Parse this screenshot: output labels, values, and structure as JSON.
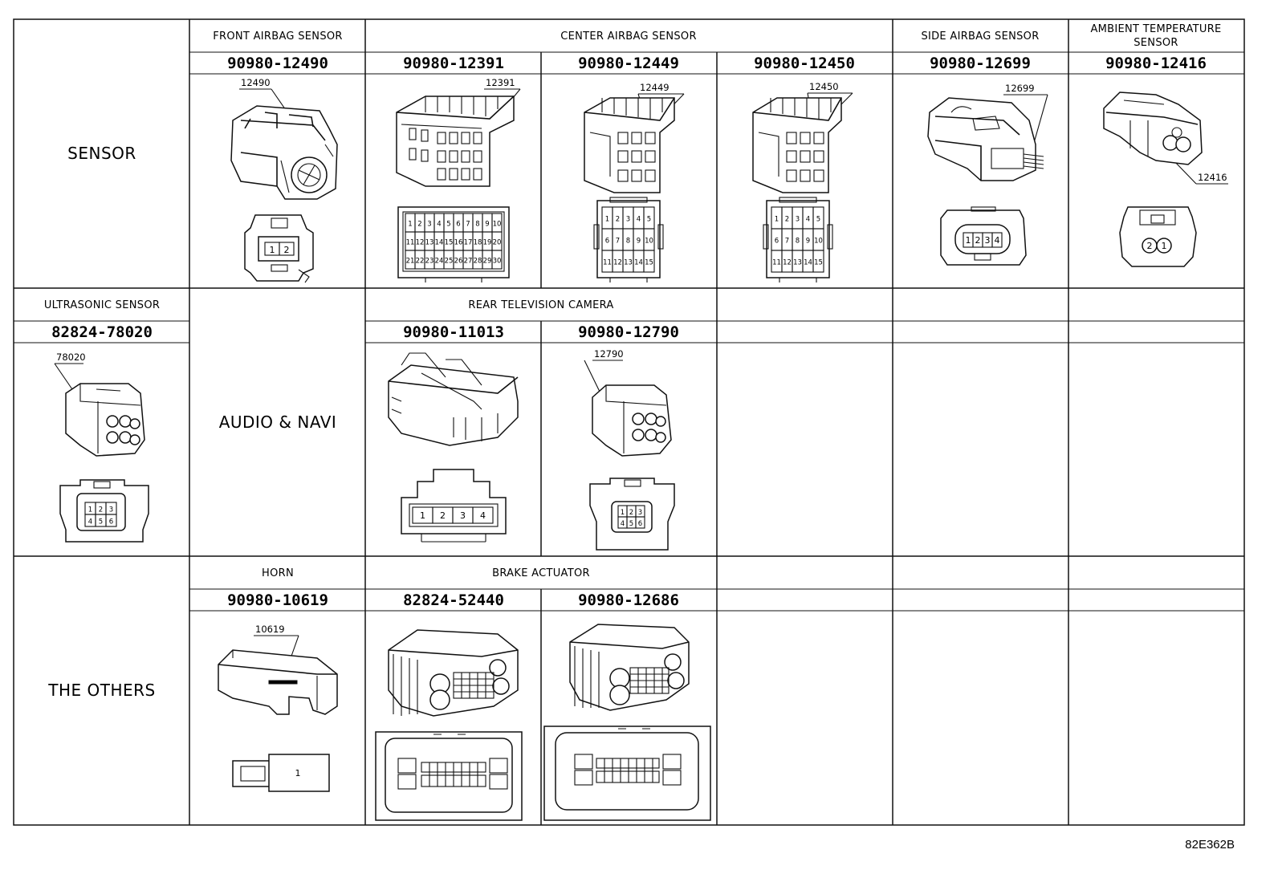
{
  "categories": {
    "sensor": "SENSOR",
    "audio_navi": "AUDIO & NAVI",
    "others": "THE OTHERS"
  },
  "headers": {
    "front_airbag": "FRONT AIRBAG SENSOR",
    "center_airbag": "CENTER AIRBAG SENSOR",
    "side_airbag": "SIDE AIRBAG SENSOR",
    "ambient_temp_line1": "AMBIENT TEMPERATURE",
    "ambient_temp_line2": "SENSOR",
    "ultrasonic": "ULTRASONIC SENSOR",
    "rear_tv_camera": "REAR TELEVISION CAMERA",
    "horn": "HORN",
    "brake_actuator": "BRAKE ACTUATOR"
  },
  "part_numbers": {
    "p12490": "90980-12490",
    "p12391": "90980-12391",
    "p12449": "90980-12449",
    "p12450": "90980-12450",
    "p12699": "90980-12699",
    "p12416": "90980-12416",
    "p78020": "82824-78020",
    "p11013": "90980-11013",
    "p12790": "90980-12790",
    "p10619": "90980-10619",
    "p52440": "82824-52440",
    "p12686": "90980-12686"
  },
  "callouts": {
    "c12490": "12490",
    "c12391": "12391",
    "c12449": "12449",
    "c12450": "12450",
    "c12699": "12699",
    "c12416": "12416",
    "c78020": "78020",
    "c12790": "12790",
    "c10619": "10619"
  },
  "pins": {
    "front_airbag": [
      "1",
      "2"
    ],
    "center_12391": [
      "1",
      "2",
      "3",
      "4",
      "5",
      "6",
      "7",
      "8",
      "9",
      "10",
      "11",
      "12",
      "13",
      "14",
      "15",
      "16",
      "17",
      "18",
      "19",
      "20",
      "21",
      "22",
      "23",
      "24",
      "25",
      "26",
      "27",
      "28",
      "29",
      "30"
    ],
    "center_15pin": [
      "1",
      "2",
      "3",
      "4",
      "5",
      "6",
      "7",
      "8",
      "9",
      "10",
      "11",
      "12",
      "13",
      "14",
      "15"
    ],
    "side_airbag": [
      "1",
      "2",
      "3",
      "4"
    ],
    "ambient": [
      "2",
      "1"
    ],
    "ultrasonic": [
      "1",
      "2",
      "3",
      "4",
      "5",
      "6"
    ],
    "rear_camera_11013": [
      "1",
      "2",
      "3",
      "4"
    ],
    "rear_camera_12790": [
      "1",
      "2",
      "3",
      "4",
      "5",
      "6"
    ],
    "horn": [
      "1"
    ]
  },
  "figure_ref": "82E362B"
}
